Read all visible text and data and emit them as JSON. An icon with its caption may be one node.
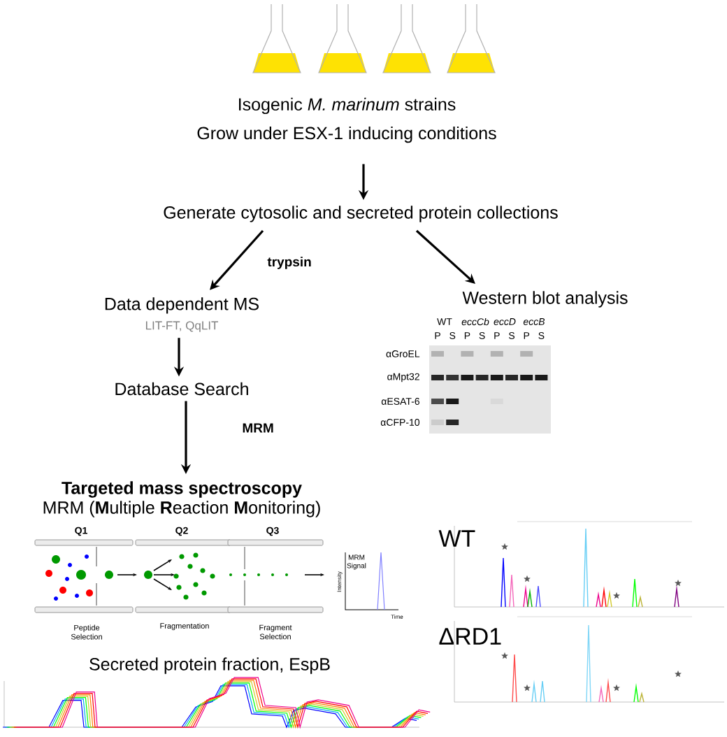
{
  "diagram": {
    "nodes": [
      {
        "text": [
          "Isogenic *M. marinum* strains",
          "Grow under ESX-1 inducing conditions"
        ]
      },
      {
        "text": [
          "Generate cytosolic and secreted protein collections"
        ]
      },
      {
        "text": [
          "Data dependent MS",
          "LIT-FT, QqLIT"
        ]
      },
      {
        "text": [
          "Western blot analysis"
        ]
      },
      {
        "text": [
          "Database Search"
        ]
      },
      {
        "text": [
          "Targeted mass spectroscopy",
          "MRM (**M**ultiple **R**eaction **M**onitoring)"
        ]
      }
    ],
    "edges": [
      {
        "from": 0,
        "to": 1,
        "arrow": "to"
      },
      {
        "from": 1,
        "to": 2,
        "arrow": "to",
        "label": "trypsin"
      },
      {
        "from": 1,
        "to": 3,
        "arrow": "to"
      },
      {
        "from": 2,
        "to": 4,
        "arrow": "to"
      },
      {
        "from": 4,
        "to": 5,
        "arrow": "to",
        "label": "MRM"
      }
    ],
    "labels": [
      "WT",
      "eccCb",
      "eccD",
      "eccB",
      "P",
      "S",
      "P",
      "S",
      "P",
      "S",
      "P",
      "S",
      "αGroEL",
      "αMpt32",
      "αESAT-6",
      "αCFP-10",
      "Q1",
      "Q2",
      "Q3",
      "MRM Signal",
      "Intensity",
      "Time",
      "WT",
      "Peptide Selection",
      "Fragmentation",
      "Fragment Selection",
      "ΔRD1",
      "Secreted protein fraction, EspB"
    ]
  }
}
